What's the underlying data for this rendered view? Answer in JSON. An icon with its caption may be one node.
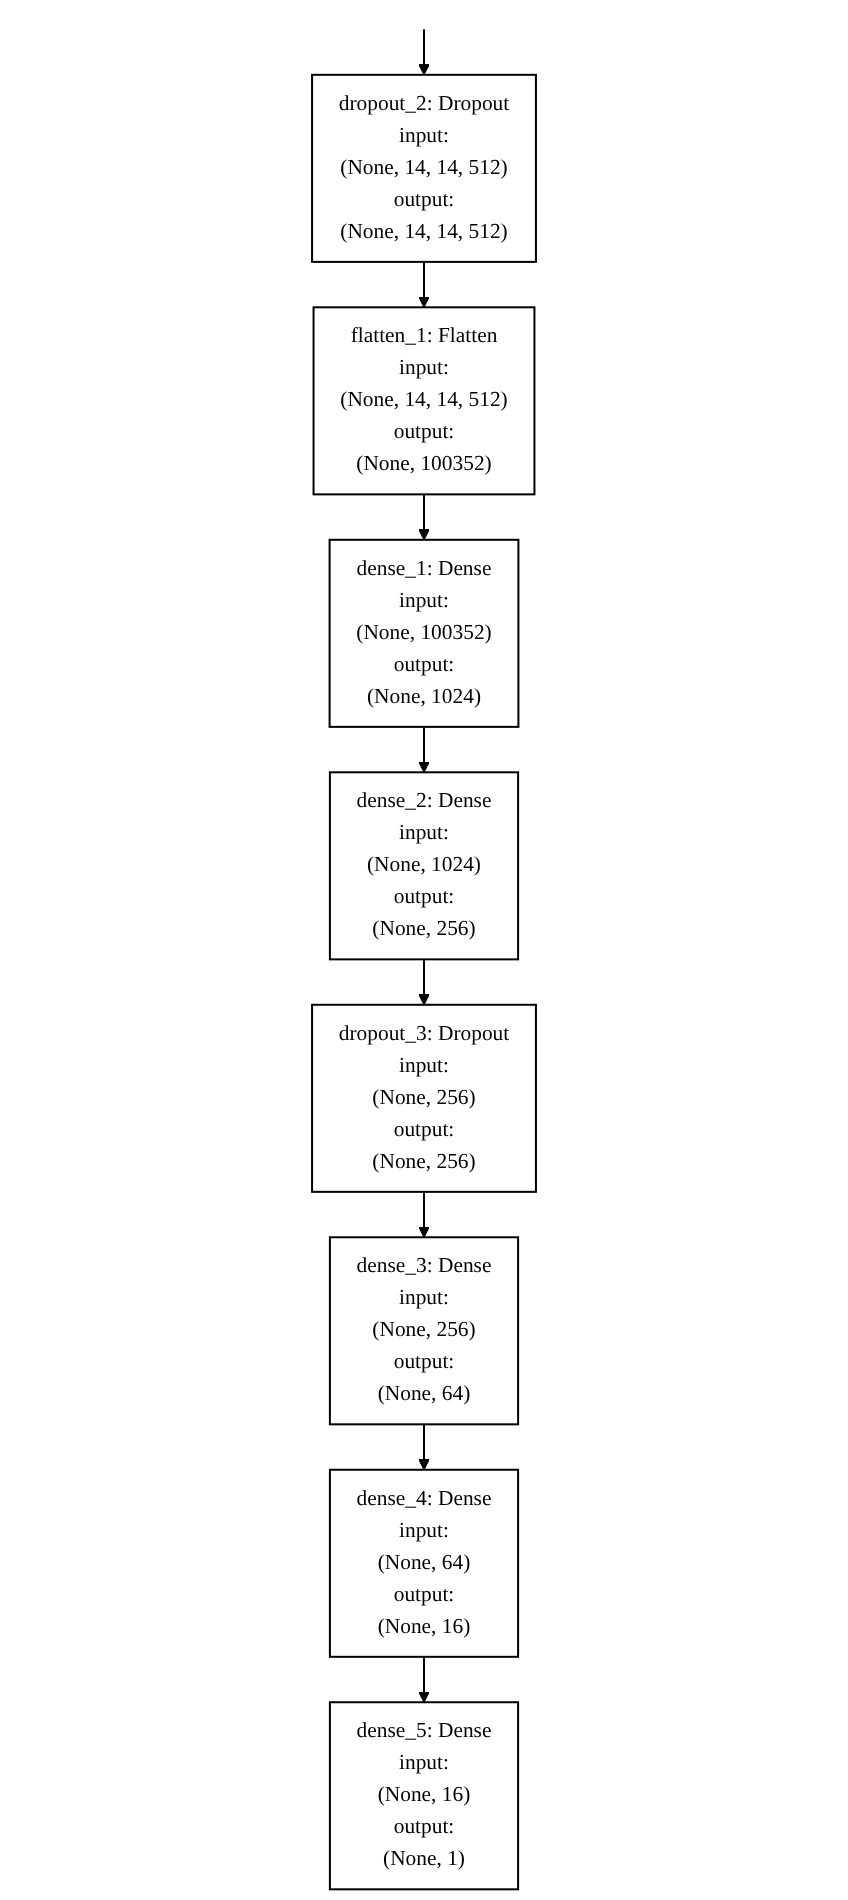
{
  "diagram": {
    "nodes": [
      {
        "text": [
          "dropout_2: Dropout",
          "input:",
          "(None, 14, 14, 512)",
          "output:",
          "(None, 14, 14, 512)"
        ]
      },
      {
        "text": [
          "flatten_1: Flatten",
          "input:",
          "(None, 14, 14, 512)",
          "output:",
          "(None, 100352)"
        ]
      },
      {
        "text": [
          "dense_1: Dense",
          "input:",
          "(None, 100352)",
          "output:",
          "(None, 1024)"
        ]
      },
      {
        "text": [
          "dense_2: Dense",
          "input:",
          "(None, 1024)",
          "output:",
          "(None, 256)"
        ]
      },
      {
        "text": [
          "dropout_3: Dropout",
          "input:",
          "(None, 256)",
          "output:",
          "(None, 256)"
        ]
      },
      {
        "text": [
          "dense_3: Dense",
          "input:",
          "(None, 256)",
          "output:",
          "(None, 64)"
        ]
      },
      {
        "text": [
          "dense_4: Dense",
          "input:",
          "(None, 64)",
          "output:",
          "(None, 16)"
        ]
      },
      {
        "text": [
          "dense_5: Dense",
          "input:",
          "(None, 16)",
          "output:",
          "(None, 1)"
        ]
      }
    ],
    "edges": [
      {
        "from": null,
        "to": 0,
        "arrow": "to"
      },
      {
        "from": 0,
        "to": 1,
        "arrow": "to"
      },
      {
        "from": 1,
        "to": 2,
        "arrow": "to"
      },
      {
        "from": 2,
        "to": 3,
        "arrow": "to"
      },
      {
        "from": 3,
        "to": 4,
        "arrow": "to"
      },
      {
        "from": 4,
        "to": 5,
        "arrow": "to"
      },
      {
        "from": 5,
        "to": 6,
        "arrow": "to"
      },
      {
        "from": 6,
        "to": 7,
        "arrow": "to"
      }
    ]
  }
}
